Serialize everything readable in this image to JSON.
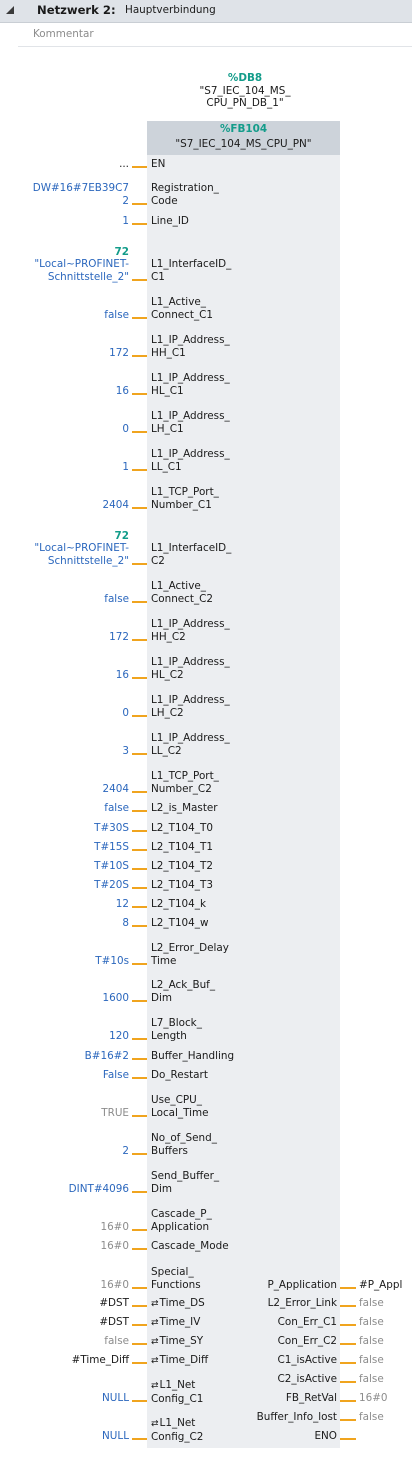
{
  "network": {
    "label": "Netzwerk 2:",
    "title": "Hauptverbindung",
    "comment_placeholder": "Kommentar"
  },
  "instance_db": {
    "ref": "%DB8",
    "name_line1": "\"S7_IEC_104_MS_",
    "name_line2": "CPU_PN_DB_1\""
  },
  "block": {
    "ref": "%FB104",
    "name": "\"S7_IEC_104_MS_CPU_PN\""
  },
  "inputs": [
    {
      "name": [
        "EN"
      ],
      "value": "...",
      "vstyle": "dk"
    },
    {
      "name": [
        "Registration_",
        "Code"
      ],
      "value": [
        "DW#16#7EB39C7",
        "2"
      ]
    },
    {
      "name": [
        "Line_ID"
      ],
      "value": "1"
    },
    {
      "name": [
        "L1_InterfaceID_",
        "C1"
      ],
      "value": [
        "72",
        "\"Local~PROFINET-",
        "Schnittstelle_2\""
      ],
      "vstyle": "iface"
    },
    {
      "name": [
        "L1_Active_",
        "Connect_C1"
      ],
      "value": "false"
    },
    {
      "name": [
        "L1_IP_Address_",
        "HH_C1"
      ],
      "value": "172"
    },
    {
      "name": [
        "L1_IP_Address_",
        "HL_C1"
      ],
      "value": "16"
    },
    {
      "name": [
        "L1_IP_Address_",
        "LH_C1"
      ],
      "value": "0"
    },
    {
      "name": [
        "L1_IP_Address_",
        "LL_C1"
      ],
      "value": "1"
    },
    {
      "name": [
        "L1_TCP_Port_",
        "Number_C1"
      ],
      "value": "2404"
    },
    {
      "name": [
        "L1_InterfaceID_",
        "C2"
      ],
      "value": [
        "72",
        "\"Local~PROFINET-",
        "Schnittstelle_2\""
      ],
      "vstyle": "iface"
    },
    {
      "name": [
        "L1_Active_",
        "Connect_C2"
      ],
      "value": "false"
    },
    {
      "name": [
        "L1_IP_Address_",
        "HH_C2"
      ],
      "value": "172"
    },
    {
      "name": [
        "L1_IP_Address_",
        "HL_C2"
      ],
      "value": "16"
    },
    {
      "name": [
        "L1_IP_Address_",
        "LH_C2"
      ],
      "value": "0"
    },
    {
      "name": [
        "L1_IP_Address_",
        "LL_C2"
      ],
      "value": "3"
    },
    {
      "name": [
        "L1_TCP_Port_",
        "Number_C2"
      ],
      "value": "2404"
    },
    {
      "name": [
        "L2_is_Master"
      ],
      "value": "false"
    },
    {
      "name": [
        "L2_T104_T0"
      ],
      "value": "T#30S"
    },
    {
      "name": [
        "L2_T104_T1"
      ],
      "value": "T#15S"
    },
    {
      "name": [
        "L2_T104_T2"
      ],
      "value": "T#10S"
    },
    {
      "name": [
        "L2_T104_T3"
      ],
      "value": "T#20S"
    },
    {
      "name": [
        "L2_T104_k"
      ],
      "value": "12"
    },
    {
      "name": [
        "L2_T104_w"
      ],
      "value": "8"
    },
    {
      "name": [
        "L2_Error_Delay",
        "Time"
      ],
      "value": "T#10s"
    },
    {
      "name": [
        "L2_Ack_Buf_",
        "Dim"
      ],
      "value": "1600"
    },
    {
      "name": [
        "L7_Block_",
        "Length"
      ],
      "value": "120"
    },
    {
      "name": [
        "Buffer_Handling"
      ],
      "value": "B#16#2"
    },
    {
      "name": [
        "Do_Restart"
      ],
      "value": "False"
    },
    {
      "name": [
        "Use_CPU_",
        "Local_Time"
      ],
      "value": "TRUE",
      "vstyle": "gy"
    },
    {
      "name": [
        "No_of_Send_",
        "Buffers"
      ],
      "value": "2"
    },
    {
      "name": [
        "Send_Buffer_",
        "Dim"
      ],
      "value": "DINT#4096"
    },
    {
      "name": [
        "Cascade_P_",
        "Application"
      ],
      "value": "16#0",
      "vstyle": "gy"
    },
    {
      "name": [
        "Cascade_Mode"
      ],
      "value": "16#0",
      "vstyle": "gy"
    },
    {
      "name": [
        "Special_",
        "Functions"
      ],
      "value": "16#0",
      "vstyle": "gy"
    },
    {
      "name": [
        "Time_DS"
      ],
      "inout": true,
      "value": "#DST",
      "vstyle": "dk"
    },
    {
      "name": [
        "Time_IV"
      ],
      "inout": true,
      "value": "#DST",
      "vstyle": "dk"
    },
    {
      "name": [
        "Time_SY"
      ],
      "inout": true,
      "value": "false",
      "vstyle": "gy"
    },
    {
      "name": [
        "Time_Diff"
      ],
      "inout": true,
      "value": "#Time_Diff",
      "vstyle": "dk"
    },
    {
      "name": [
        "L1_Net",
        "Config_C1"
      ],
      "inout": true,
      "value": "NULL"
    },
    {
      "name": [
        "L1_Net",
        "Config_C2"
      ],
      "inout": true,
      "value": "NULL"
    }
  ],
  "outputs": [
    {
      "name": "P_Application",
      "value": "#P_Appl",
      "vstyle": "dk"
    },
    {
      "name": "L2_Error_Link",
      "value": "false"
    },
    {
      "name": "Con_Err_C1",
      "value": "false"
    },
    {
      "name": "Con_Err_C2",
      "value": "false"
    },
    {
      "name": "C1_isActive",
      "value": "false"
    },
    {
      "name": "C2_isActive",
      "value": "false"
    },
    {
      "name": "FB_RetVal",
      "value": "16#0"
    },
    {
      "name": "Buffer_Info_lost",
      "value": "false"
    },
    {
      "name": "ENO",
      "value": ""
    }
  ],
  "colors": {
    "wire": "#f0a41e",
    "param_value": "#2b67bd",
    "constant_grey": "#8c8c8c",
    "db_ref": "#139c8a",
    "block_body": "#eceef1",
    "block_header": "#cdd3da",
    "network_bar": "#dfe3e8"
  },
  "icons": {
    "collapse": "chevron-down-icon",
    "inout": "inout-arrow-icon"
  }
}
